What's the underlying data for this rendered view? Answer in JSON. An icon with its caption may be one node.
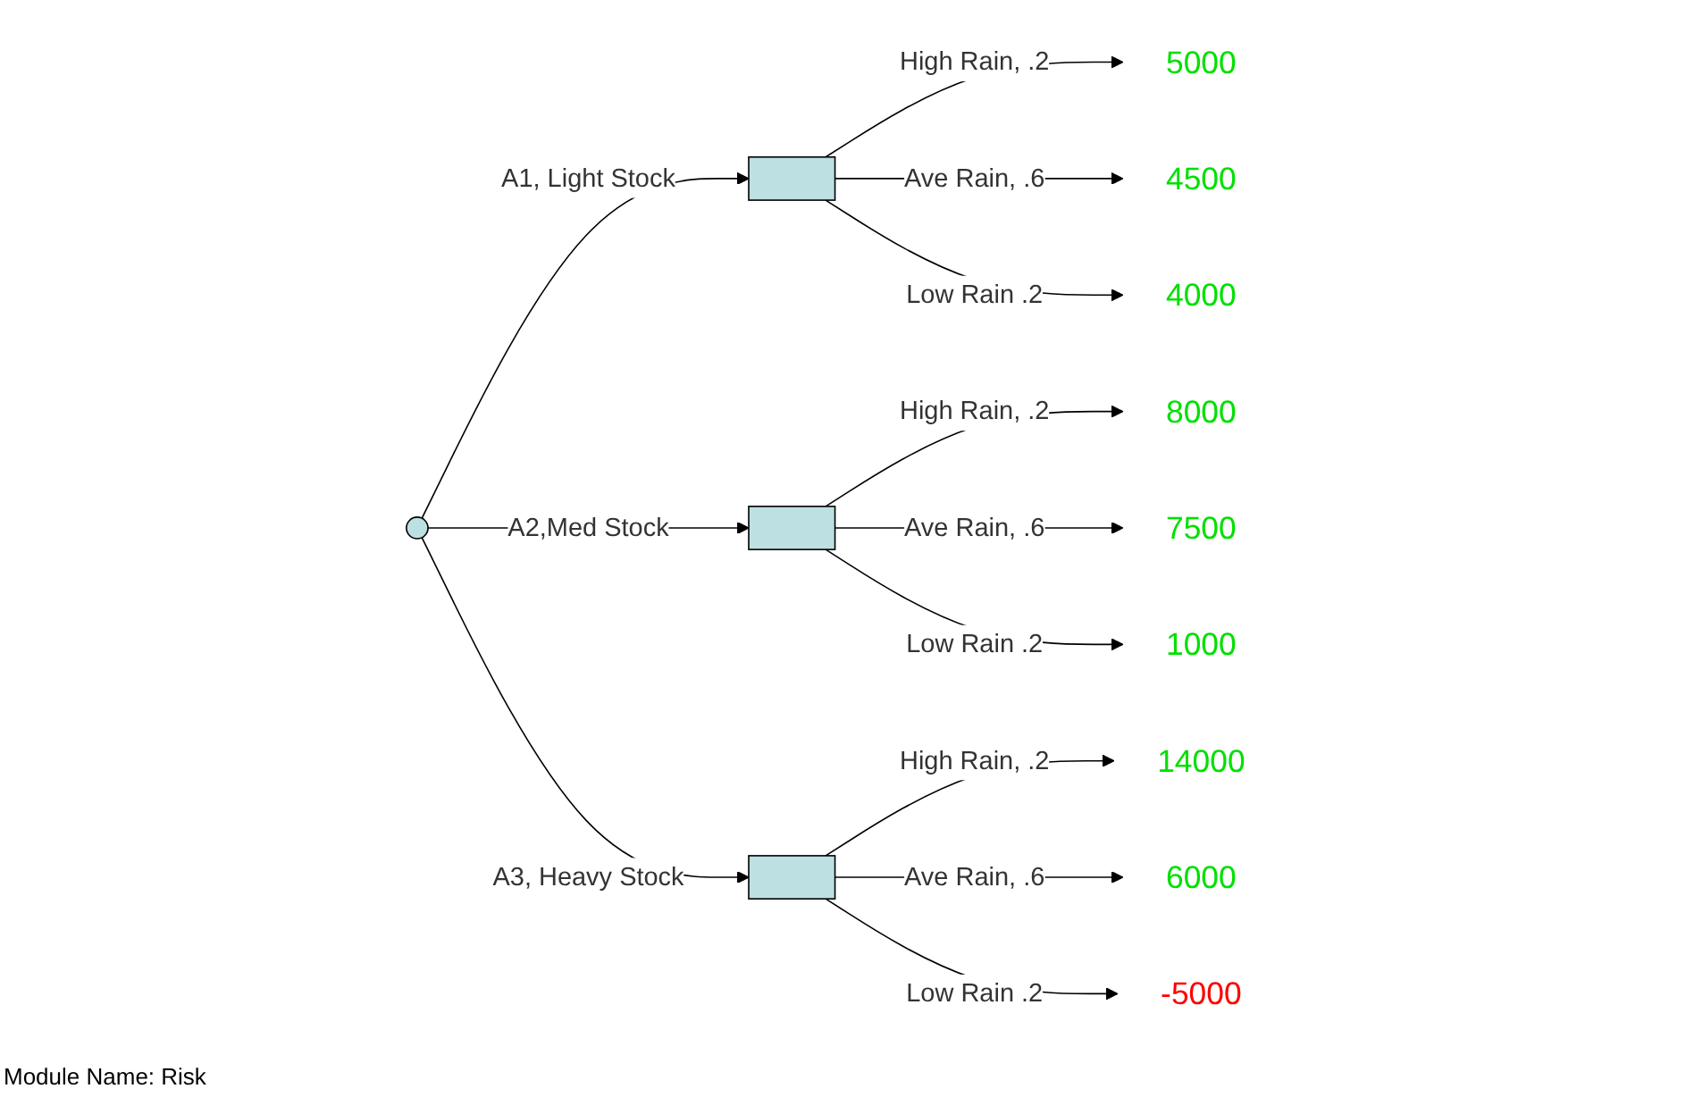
{
  "diagram": {
    "nodes": [
      {
        "text": [],
        "shape": "circle"
      },
      {
        "text": [],
        "shape": "box"
      },
      {
        "text": [],
        "shape": "box"
      },
      {
        "text": [],
        "shape": "box"
      },
      {
        "text": [
          "5000"
        ]
      },
      {
        "text": [
          "4500"
        ]
      },
      {
        "text": [
          "4000"
        ]
      },
      {
        "text": [
          "8000"
        ]
      },
      {
        "text": [
          "7500"
        ]
      },
      {
        "text": [
          "1000"
        ]
      },
      {
        "text": [
          "14000"
        ]
      },
      {
        "text": [
          "6000"
        ]
      },
      {
        "text": [
          "-5000"
        ]
      }
    ],
    "edges": [
      {
        "from": 0,
        "to": 1,
        "arrow": "to",
        "label": "A1, Light Stock"
      },
      {
        "from": 0,
        "to": 2,
        "arrow": "to",
        "label": "A2,Med Stock"
      },
      {
        "from": 0,
        "to": 3,
        "arrow": "to",
        "label": "A3, Heavy Stock"
      },
      {
        "from": 1,
        "to": 4,
        "arrow": "to",
        "label": "High Rain, .2"
      },
      {
        "from": 1,
        "to": 5,
        "arrow": "to",
        "label": "Ave Rain, .6"
      },
      {
        "from": 1,
        "to": 6,
        "arrow": "to",
        "label": "Low Rain .2"
      },
      {
        "from": 2,
        "to": 7,
        "arrow": "to",
        "label": "High Rain, .2"
      },
      {
        "from": 2,
        "to": 8,
        "arrow": "to",
        "label": "Ave Rain, .6"
      },
      {
        "from": 2,
        "to": 9,
        "arrow": "to",
        "label": "Low Rain .2"
      },
      {
        "from": 3,
        "to": 10,
        "arrow": "to",
        "label": "High Rain, .2"
      },
      {
        "from": 3,
        "to": 11,
        "arrow": "to",
        "label": "Ave Rain, .6"
      },
      {
        "from": 3,
        "to": 12,
        "arrow": "to",
        "label": "Low Rain .2"
      }
    ],
    "labels": [
      "Module Name: Risk"
    ]
  }
}
